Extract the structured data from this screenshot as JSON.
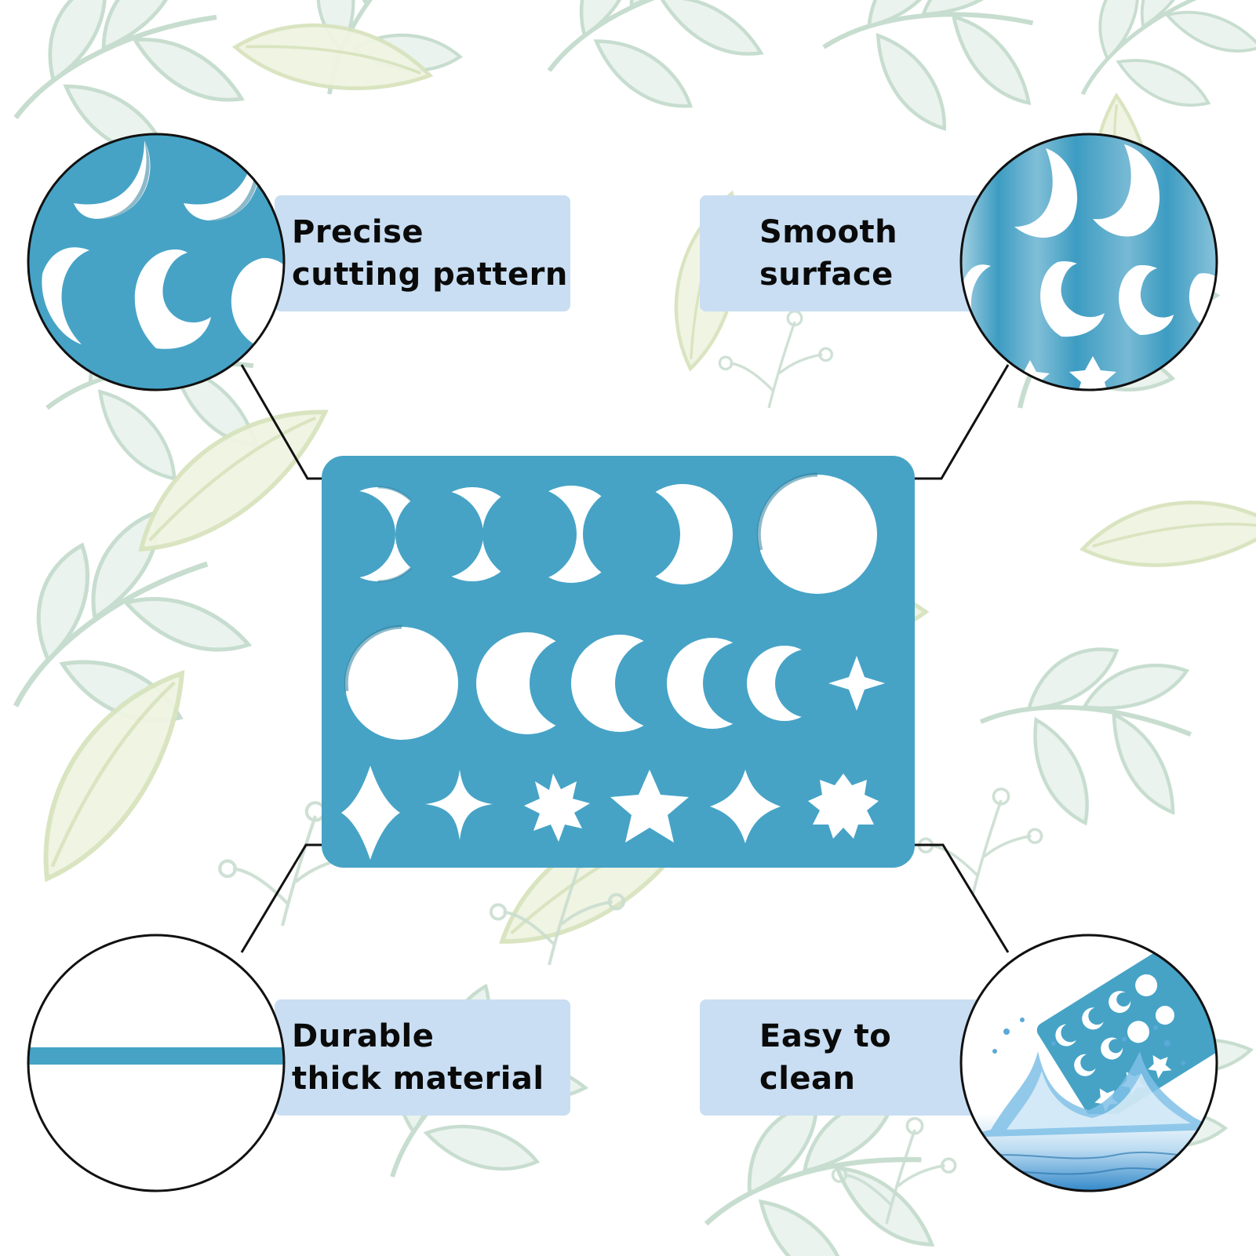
{
  "features": {
    "precise": {
      "line1": "Precise",
      "line2": "cutting pattern"
    },
    "smooth": {
      "line1": "Smooth",
      "line2": "surface"
    },
    "durable": {
      "line1": "Durable",
      "line2": "thick material"
    },
    "clean": {
      "line1": "Easy to",
      "line2": "clean"
    }
  },
  "colors": {
    "stencil_blue": "#46a3c6",
    "stencil_shadow": "#2f7f9c",
    "label_bg": "#c9def2",
    "leaf_pattern": "#cfe2d8",
    "leaf_pattern_alt": "#e3eccb",
    "water": "#5aa9d8",
    "outline": "#111111"
  },
  "icons": {
    "precise": "crescent-moon-closeup",
    "smooth": "glossy-moon-closeup",
    "durable": "material-thickness-cross-section",
    "clean": "stencil-water-splash"
  }
}
